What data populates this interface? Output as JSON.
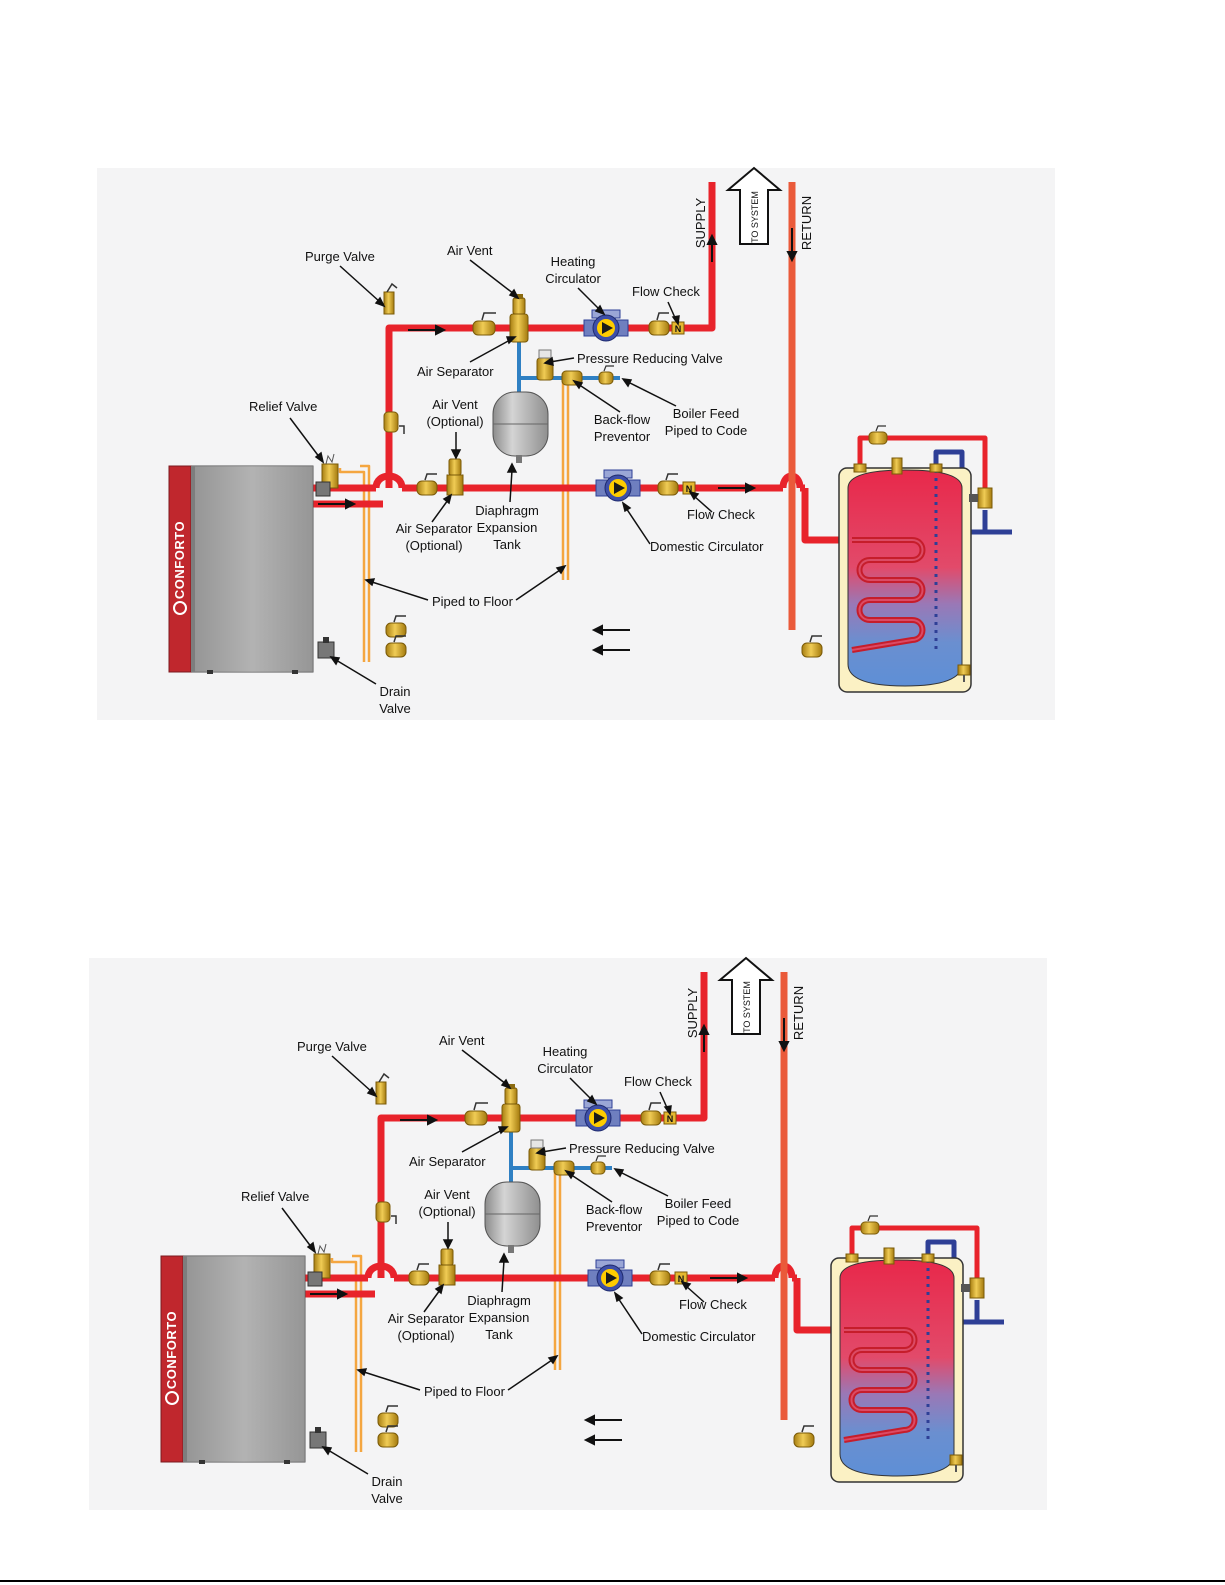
{
  "colors": {
    "supply": "#e8232b",
    "return": "#e9573b",
    "coil": "#d21f2a",
    "domestic_cold": "#2e3f96",
    "feed_water": "#2f80c3",
    "floor_pipe": "#f4a640",
    "drain_line": "#b03d7d",
    "brass": "#d6ac2a",
    "tank_grey": "#b8b8b8",
    "boiler_grey": "#a3a3a3",
    "boiler_red": "#c0272d",
    "heater_jacket": "#fbf1c4"
  },
  "icons": [
    "boiler",
    "valve",
    "air-vent",
    "air-separator",
    "circulator-pump",
    "flow-check",
    "expansion-tank",
    "indirect-water-heater",
    "arrow"
  ],
  "boiler_brand": "CONFORTO",
  "system_arrow": "TO SYSTEM",
  "pipe_labels": {
    "supply": "SUPPLY",
    "return": "RETURN"
  },
  "diagrams": [
    {
      "labels": {
        "purge_valve": "Purge Valve",
        "air_vent": "Air Vent",
        "heating_circulator_1": "Heating",
        "heating_circulator_2": "Circulator",
        "flow_check_top": "Flow Check",
        "pressure_reducing_valve": "Pressure Reducing Valve",
        "air_separator": "Air Separator",
        "relief_valve": "Relief Valve",
        "air_vent_optional_1": "Air Vent",
        "air_vent_optional_2": "(Optional)",
        "backflow_1": "Back-flow",
        "backflow_2": "Preventor",
        "boiler_feed_1": "Boiler Feed",
        "boiler_feed_2": "Piped to Code",
        "tank_1": "Diaphragm",
        "tank_2": "Expansion",
        "tank_3": "Tank",
        "air_sep_optional_1": "Air Separator",
        "air_sep_optional_2": "(Optional)",
        "flow_check_bottom": "Flow Check",
        "domestic_circulator": "Domestic Circulator",
        "piped_to_floor": "Piped to Floor",
        "drain_valve_1": "Drain",
        "drain_valve_2": "Valve"
      }
    },
    {
      "labels": {
        "purge_valve": "Purge Valve",
        "air_vent": "Air Vent",
        "heating_circulator_1": "Heating",
        "heating_circulator_2": "Circulator",
        "flow_check_top": "Flow Check",
        "pressure_reducing_valve": "Pressure Reducing Valve",
        "air_separator": "Air Separator",
        "relief_valve": "Relief Valve",
        "air_vent_optional_1": "Air Vent",
        "air_vent_optional_2": "(Optional)",
        "backflow_1": "Back-flow",
        "backflow_2": "Preventor",
        "boiler_feed_1": "Boiler Feed",
        "boiler_feed_2": "Piped to Code",
        "tank_1": "Diaphragm",
        "tank_2": "Expansion",
        "tank_3": "Tank",
        "air_sep_optional_1": "Air Separator",
        "air_sep_optional_2": "(Optional)",
        "flow_check_bottom": "Flow Check",
        "domestic_circulator": "Domestic Circulator",
        "piped_to_floor": "Piped to Floor",
        "drain_valve_1": "Drain",
        "drain_valve_2": "Valve"
      }
    }
  ]
}
